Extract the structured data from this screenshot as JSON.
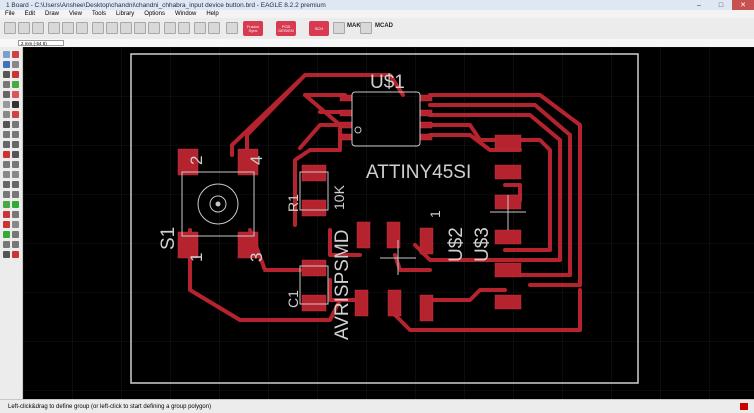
{
  "window": {
    "title": "1 Board - C:\\Users\\Anshee\\Desktop\\chandni\\chandni_chhabra_input device button.brd - EAGLE 8.2.2 premium",
    "minimize": "–",
    "maximize": "□",
    "close": "✕"
  },
  "menu": [
    "File",
    "Edit",
    "Draw",
    "View",
    "Tools",
    "Library",
    "Options",
    "Window",
    "Help"
  ],
  "toolbar": {
    "fusion_sync_label": "Fusion Sync",
    "pcb_label": "PCB DESIGN",
    "schematic_label": "SCH",
    "make_label": "MAKE",
    "mcad_label": "MCAD"
  },
  "coordinate": "2 mm (-54 8)",
  "board": {
    "labels": {
      "u1": "U$1",
      "attiny": "ATTINY45SI",
      "s1": "S1",
      "r1": "R1",
      "r1_value": "10K",
      "c1": "C1",
      "avrispsmd": "AVRISPSMD",
      "u2": "U$2",
      "u3": "U$3",
      "s1_pin2": "2",
      "s1_pin4": "4",
      "s1_pin1": "1",
      "s1_pin3": "3",
      "u2_pin1": "1"
    }
  },
  "status": {
    "text": "Left-click&drag to define group (or left-click to start defining a group polygon)"
  },
  "colors": {
    "canvas_bg": "#000000",
    "copper": "#b5242e",
    "outline": "#d0d0d0",
    "silkscreen": "#c8c8c8"
  }
}
